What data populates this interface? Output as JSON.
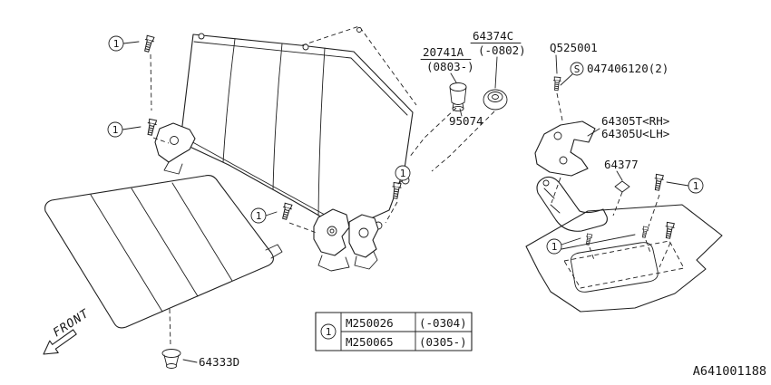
{
  "colors": {
    "ink": "#1f1f1f",
    "background": "#ffffff"
  },
  "drawing_number": "A641001188",
  "front_indicator": "FRONT",
  "callout": {
    "symbol": "1"
  },
  "labels": {
    "p20741a": {
      "text": "20741A",
      "range": "(0803-)"
    },
    "p64374c": {
      "text": "64374C",
      "range": "(-0802)"
    },
    "q525001": {
      "text": "Q525001"
    },
    "screw_std": {
      "prefix": "S",
      "text": "047406120(2)"
    },
    "p95074": {
      "text": "95074"
    },
    "p64305t": {
      "text": "64305T<RH>"
    },
    "p64305u": {
      "text": "64305U<LH>"
    },
    "p64377": {
      "text": "64377"
    },
    "p64333d": {
      "text": "64333D"
    }
  },
  "table": {
    "callout": "1",
    "rows": [
      {
        "part_no": "M250026",
        "applicability": "(-0304)"
      },
      {
        "part_no": "M250065",
        "applicability": "(0305-)"
      }
    ]
  }
}
